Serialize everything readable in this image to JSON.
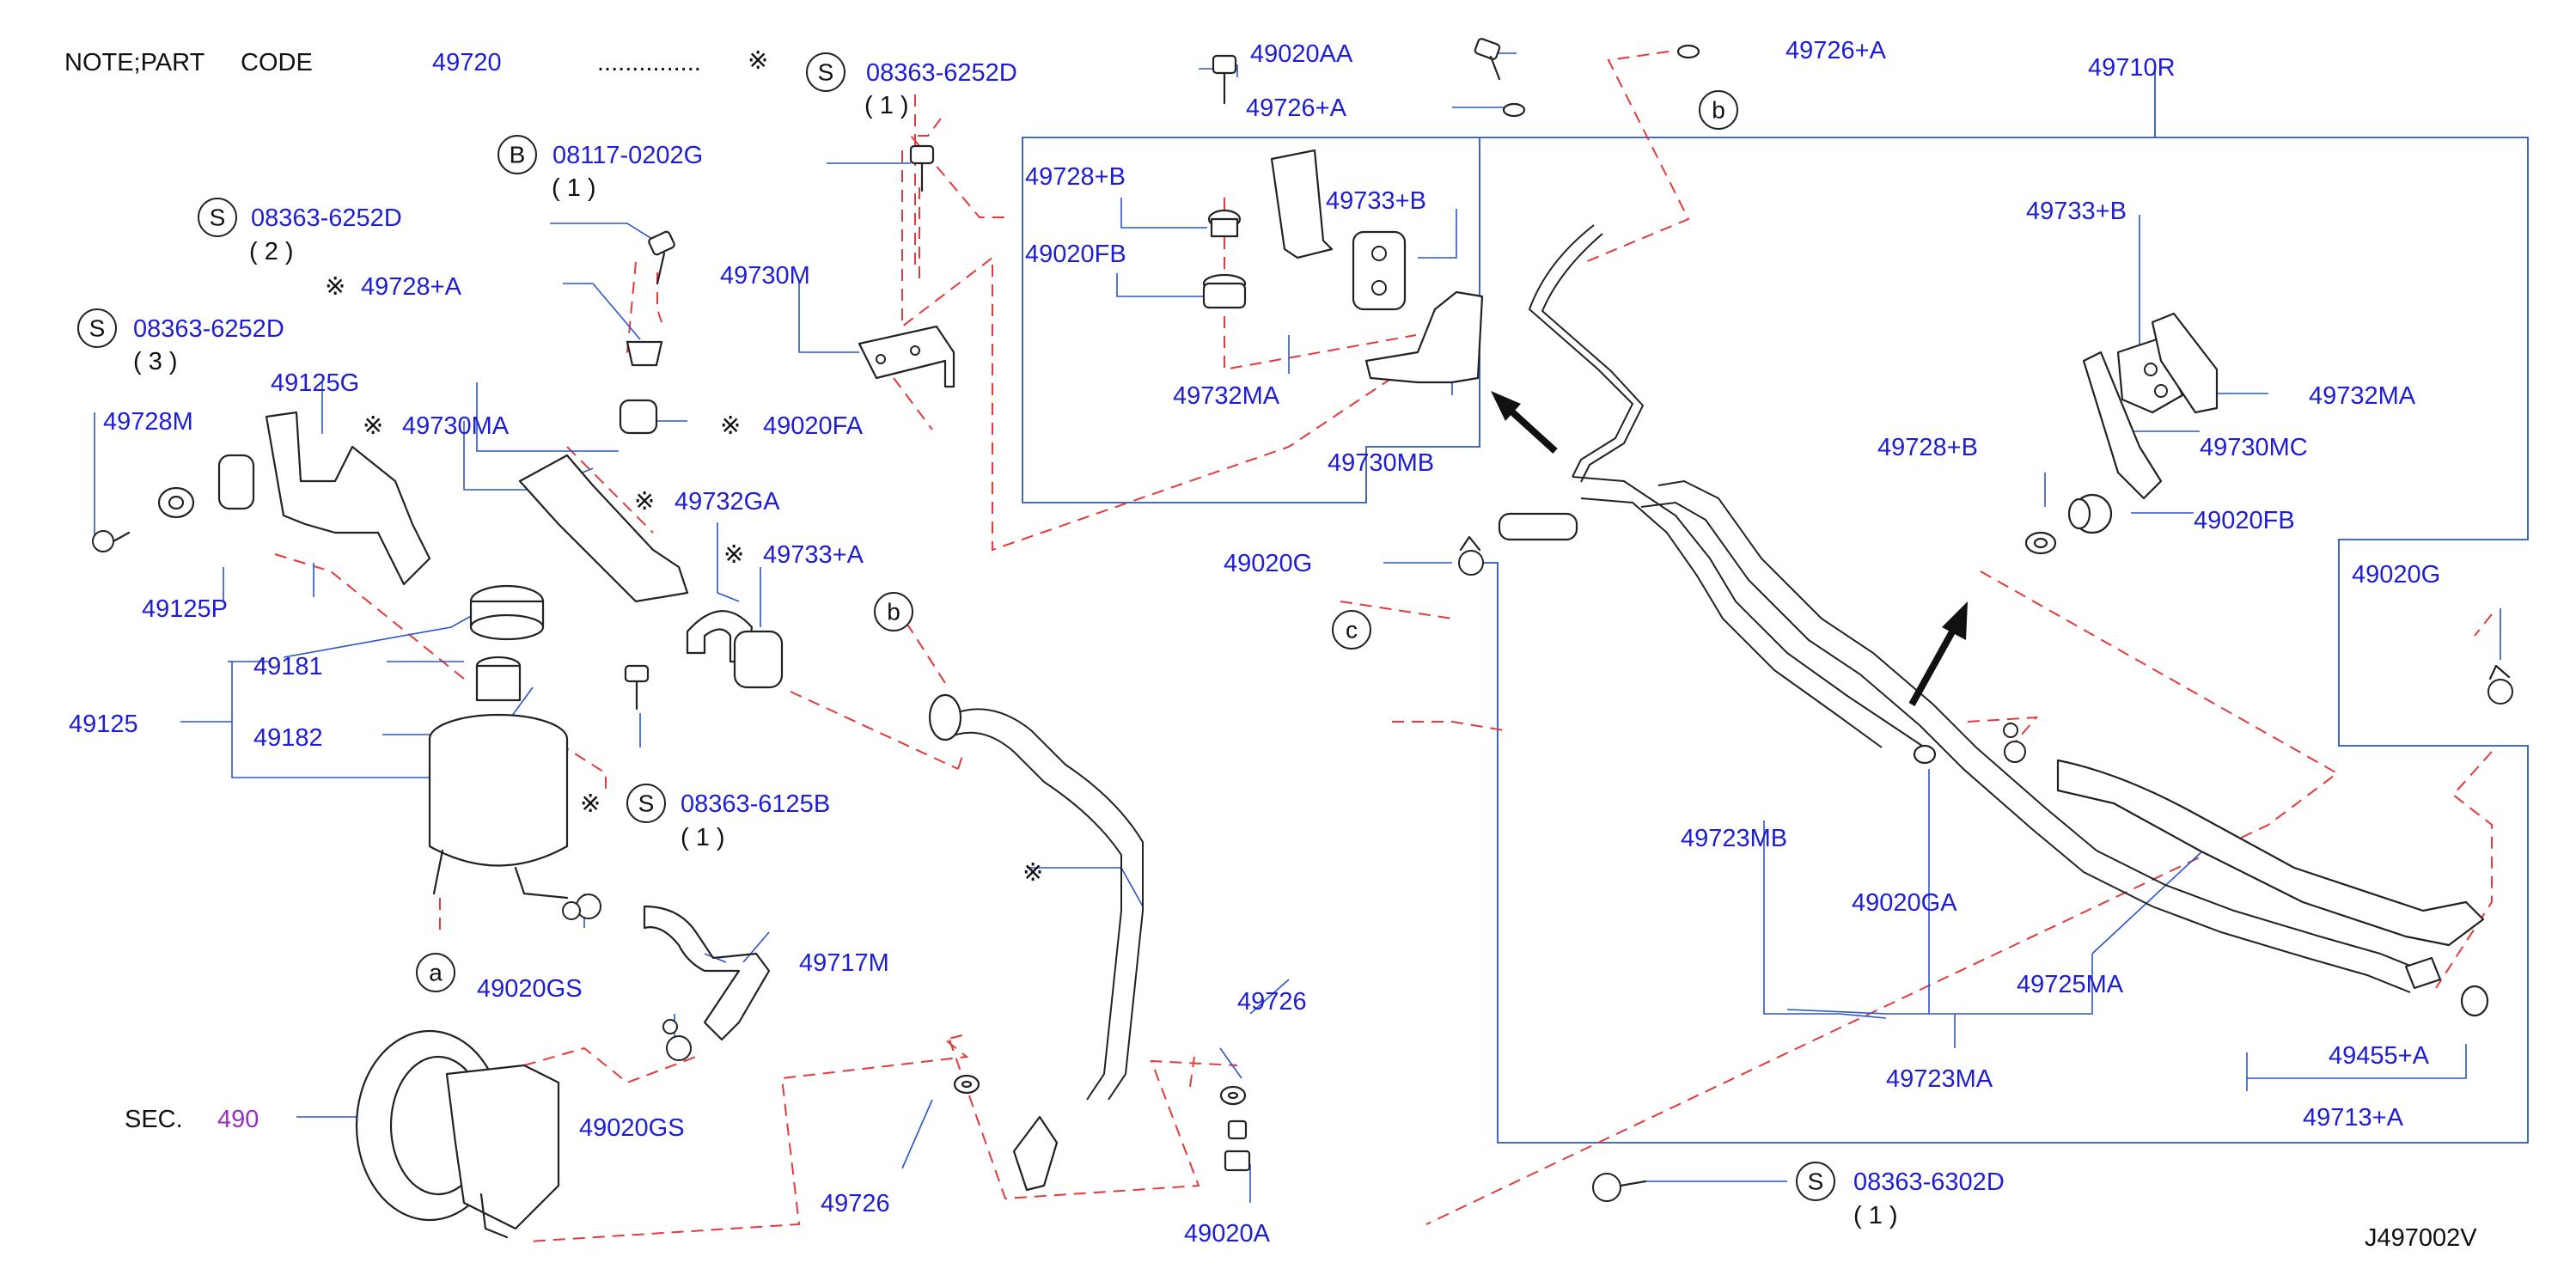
{
  "note": {
    "prefix": "NOTE;PART",
    "code_word": "CODE",
    "code": "49720",
    "dots": "...............",
    "mark": "※"
  },
  "mark": "※",
  "callouts": {
    "b_top": "b",
    "b_mid": "b",
    "c": "c",
    "a": "a"
  },
  "letters": {
    "S": "S",
    "B": "B"
  },
  "labels": {
    "s_08363_6252D_1": "08363-6252D",
    "qty_1_top": "( 1 )",
    "b_08117_0202G": "08117-0202G",
    "qty_1_b": "( 1 )",
    "s_08363_6252D_2": "08363-6252D",
    "qty_2": "( 2 )",
    "p49728A": "49728+A",
    "s_08363_6252D_3": "08363-6252D",
    "qty_3": "( 3 )",
    "p49730M": "49730M",
    "p49125G": "49125G",
    "p49730MA": "49730MA",
    "p49728M": "49728M",
    "p49020FA": "49020FA",
    "p49732GA": "49732GA",
    "p49733A": "49733+A",
    "p49125P": "49125P",
    "p49181": "49181",
    "p49125": "49125",
    "p49182": "49182",
    "s_08363_6125B": "08363-6125B",
    "qty_1_6125": "( 1 )",
    "p49020GS_a": "49020GS",
    "p49717M": "49717M",
    "sec_prefix": "SEC.",
    "sec_num": "490",
    "p49020GS_b": "49020GS",
    "p49726_left": "49726",
    "p49726_right": "49726",
    "p49020A": "49020A",
    "p49020AA": "49020AA",
    "p49726A_top": "49726+A",
    "p49726A_mid": "49726+A",
    "p49710R": "49710R",
    "p49728B_left": "49728+B",
    "p49733B_left": "49733+B",
    "p49020FB_left": "49020FB",
    "p49732MA_left": "49732MA",
    "p49730MB": "49730MB",
    "p49733B_right": "49733+B",
    "p49732MA_right": "49732MA",
    "p49730MC": "49730MC",
    "p49728B_right": "49728+B",
    "p49020FB_right": "49020FB",
    "p49020G_left": "49020G",
    "p49020G_right": "49020G",
    "p49723MB": "49723MB",
    "p49020GA": "49020GA",
    "p49725MA": "49725MA",
    "p49723MA": "49723MA",
    "p49455A": "49455+A",
    "p49713A": "49713+A",
    "s_08363_6302D": "08363-6302D",
    "qty_1_6302": "( 1 )",
    "drawing_no": "J497002V"
  },
  "colors": {
    "label": "#1d1dd6",
    "leader": "#2b55c8",
    "dashed": "#e23a3a",
    "section_ref": "#9b2fc4",
    "ink": "#222222"
  }
}
